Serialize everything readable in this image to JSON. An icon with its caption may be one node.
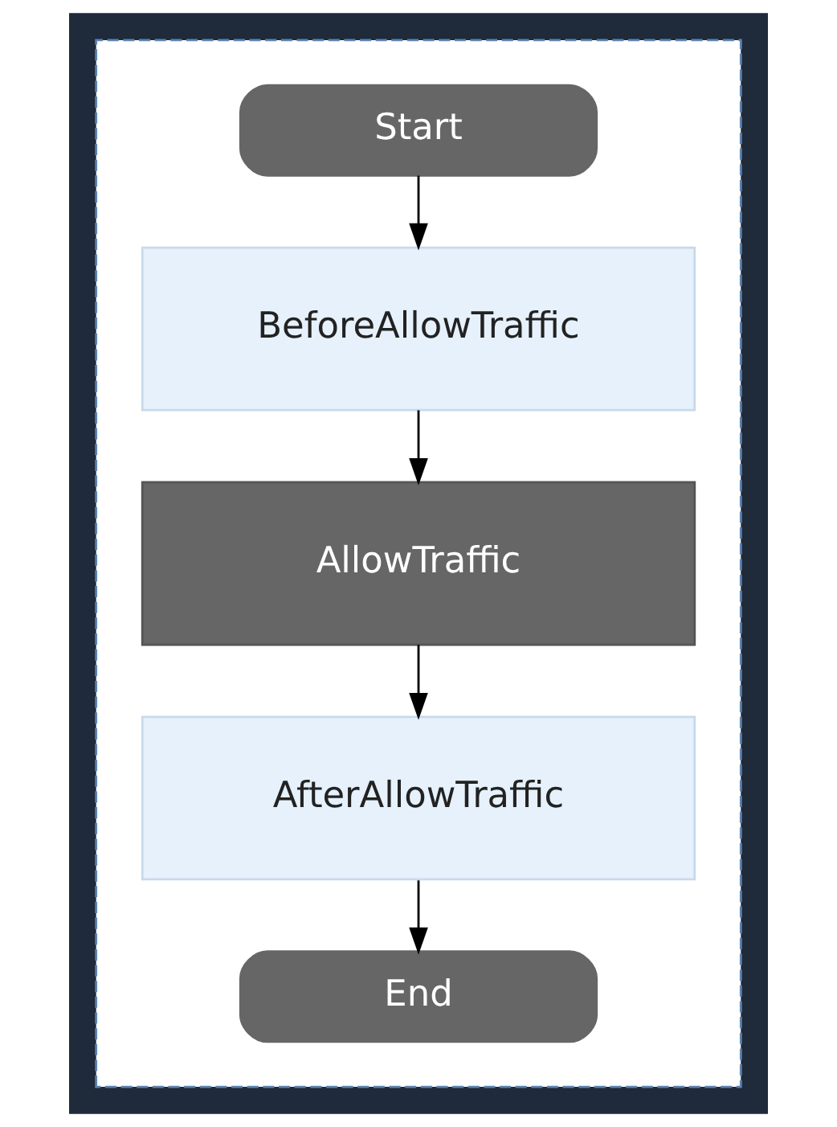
{
  "diagram": {
    "nodes": [
      {
        "text": [],
        "shape": "box"
      },
      {
        "text": [
          "Start"
        ],
        "in": 0
      },
      {
        "text": [
          "BeforeAllowTraffic"
        ],
        "in": 0
      },
      {
        "text": [
          "AllowTraffic"
        ],
        "in": 0
      },
      {
        "text": [
          "AfterAllowTraffic"
        ],
        "in": 0
      },
      {
        "text": [
          "End"
        ],
        "in": 0
      }
    ],
    "edges": [
      {
        "from": 1,
        "to": 2,
        "arrow": "to"
      },
      {
        "from": 2,
        "to": 3,
        "arrow": "to"
      },
      {
        "from": 3,
        "to": 4,
        "arrow": "to"
      },
      {
        "from": 4,
        "to": 5,
        "arrow": "to"
      }
    ]
  }
}
